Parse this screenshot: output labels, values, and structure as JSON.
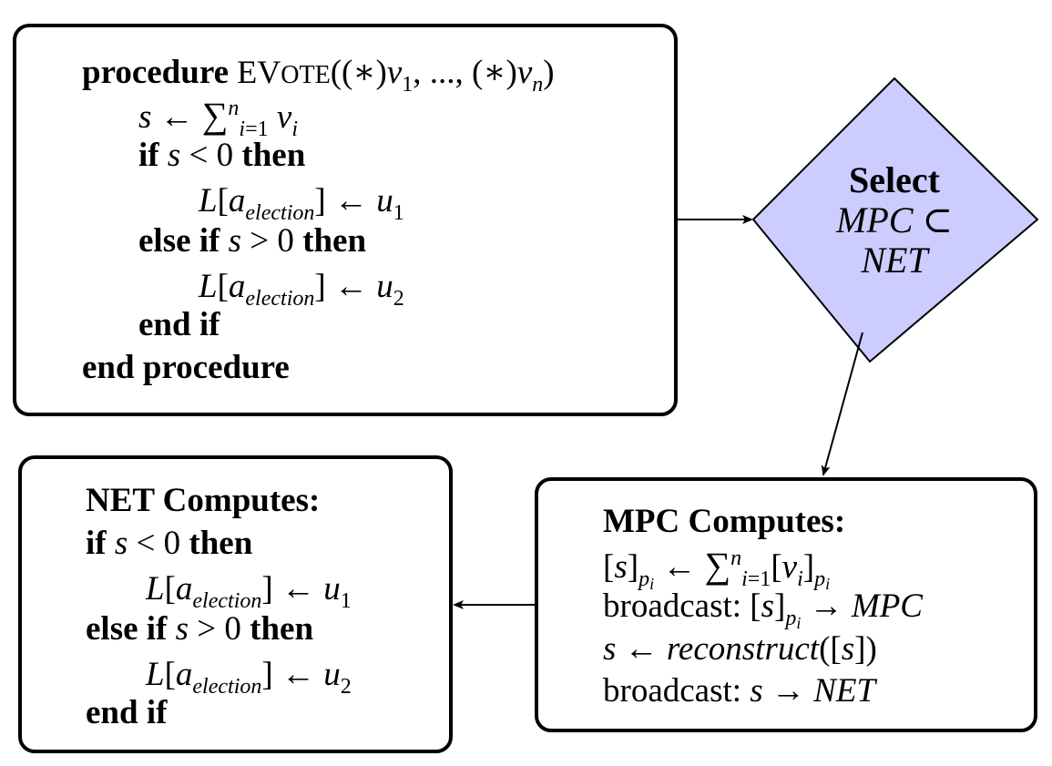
{
  "procedure": {
    "kw_procedure": "procedure",
    "name": "EVote",
    "params": "((*)v1, ..., (*)vn)",
    "sum_assign": "s ← Σ_{i=1}^{n} v_i",
    "if_line": "if s < 0 then",
    "assign1": "L[a_election] ← u1",
    "elseif_line": "else if s > 0 then",
    "assign2": "L[a_election] ← u2",
    "end_if": "end if",
    "end_procedure": "end procedure"
  },
  "select": {
    "title": "Select",
    "expr_line1": "MPC ⊂",
    "expr_line2": "NET",
    "fill_color": "#ccccff"
  },
  "mpc": {
    "title": "MPC Computes:",
    "line1": "[s]_pi ← Σ_{i=1}^{n} [vi]_pi",
    "line2_prefix": "broadcast:",
    "line2": "[s]_pi → MPC",
    "line3": "s ← reconstruct([s])",
    "line4_prefix": "broadcast:",
    "line4": "s → NET"
  },
  "net": {
    "title": "NET Computes:",
    "if_line": "if s < 0 then",
    "assign1": "L[a_election] ← u1",
    "elseif_line": "else if s > 0 then",
    "assign2": "L[a_election] ← u2",
    "end_if": "end if"
  }
}
